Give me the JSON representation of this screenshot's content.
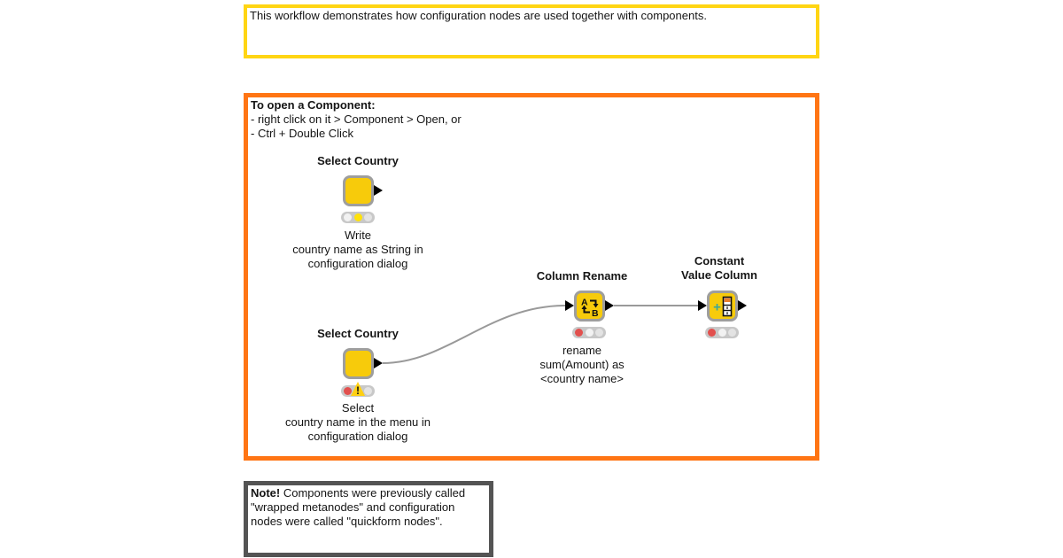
{
  "workflow": {
    "intro_annotation": {
      "text": "This workflow demonstrates how configuration nodes are used together with components.",
      "border_color": "#FFD513"
    },
    "component_annotation": {
      "title": "To open a Component:",
      "line1": "- right click on it > Component > Open, or",
      "line2": "- Ctrl + Double Click",
      "border_color": "#FF7514"
    },
    "note_annotation": {
      "label": "Note!",
      "text": "Components were previously called \"wrapped metanodes\" and configuration nodes were called \"quickform nodes\".",
      "border_color": "#545454"
    },
    "nodes": {
      "select_country_top": {
        "title": "Select Country",
        "caption1": "Write",
        "caption2": "country name as String in",
        "caption3": "configuration dialog",
        "status": "yellow"
      },
      "select_country_bottom": {
        "title": "Select Country",
        "caption1": "Select",
        "caption2": "country name in the menu in",
        "caption3": "configuration dialog",
        "status": "red-warning",
        "warning_mark": "!"
      },
      "column_rename": {
        "title": "Column Rename",
        "caption1": "rename",
        "caption2": "sum(Amount) as",
        "caption3": "<country name>",
        "status": "red",
        "icon_letter_a": "A",
        "icon_letter_b": "B"
      },
      "constant_value_column": {
        "title_line1": "Constant",
        "title_line2": "Value Column",
        "status": "red",
        "icon_plus": "+"
      }
    },
    "colors": {
      "node_fill": "#F7CB0B",
      "node_border": "#9E9E9E",
      "wire": "#999999",
      "port": "#000000",
      "status_red": "#E2504E",
      "status_yellow": "#FFE20A",
      "warning_fill": "#FFD012",
      "icon_plus_teal": "#3BA79B",
      "icon_header_orange": "#E87D2C"
    }
  }
}
